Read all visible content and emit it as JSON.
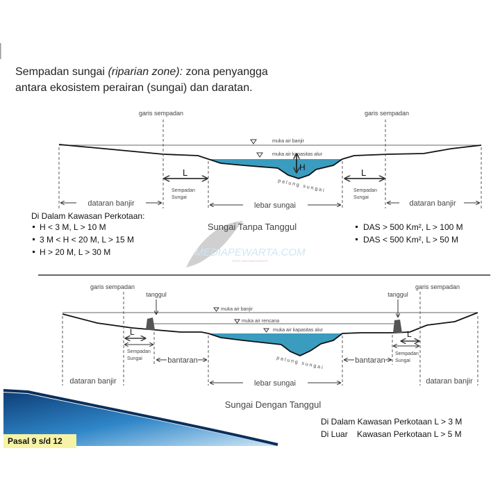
{
  "header": {
    "line1_pre": "Sempadan sungai ",
    "line1_italic": "(riparian zone):",
    "line1_post": " zona penyangga",
    "line2": "antara ekosistem perairan (sungai) dan daratan."
  },
  "top_diagram": {
    "garis_sempadan": "garis sempadan",
    "muka_air_banjir": "muka air banjir",
    "muka_air_kapasitas": "muka air kapasitas alur",
    "H": "H",
    "L": "L",
    "palung": "palung sungai",
    "sempadan1": "Sempadan",
    "sempadan2": "Sungai",
    "dataran_banjir": "dataran banjir",
    "lebar_sungai": "lebar sungai",
    "caption": "Sungai Tanpa Tanggul"
  },
  "rules_top": {
    "heading": "Di Dalam Kawasan Perkotaan:",
    "items": [
      "H < 3 M, L > 10 M",
      "3 M < H < 20 M, L > 15 M",
      "H > 20 M, L > 30 M"
    ],
    "das": [
      "DAS > 500 Km², L > 100 M",
      "DAS < 500 Km², L >  50 M"
    ]
  },
  "watermark": {
    "text": "MEDIAPEWARTA.COM",
    "sub": "TRUST AND INDEPENDENT"
  },
  "bottom_diagram": {
    "garis_sempadan": "garis sempadan",
    "tanggul": "tanggul",
    "muka_air_banjir": "muka air banjir",
    "muka_air_rencana": "muka air rencana",
    "muka_air_kapasitas": "muka air kapasitas alur",
    "L": "L",
    "sempadan1": "Sempadan",
    "sempadan2": "Sungai",
    "bantaran": "bantaran",
    "dataran_banjir": "dataran banjir",
    "lebar_sungai": "lebar sungai",
    "palung": "palung sungai",
    "caption": "Sungai Dengan Tanggul"
  },
  "rules_bottom": [
    "Di Dalam Kawasan Perkotaan L > 3 M",
    "Di Luar    Kawasan Perkotaan L > 5 M"
  ],
  "footer": {
    "pasal": "Pasal 9 s/d 12"
  },
  "colors": {
    "water": "#3a9cbf",
    "banner": "#1b5f9c"
  }
}
